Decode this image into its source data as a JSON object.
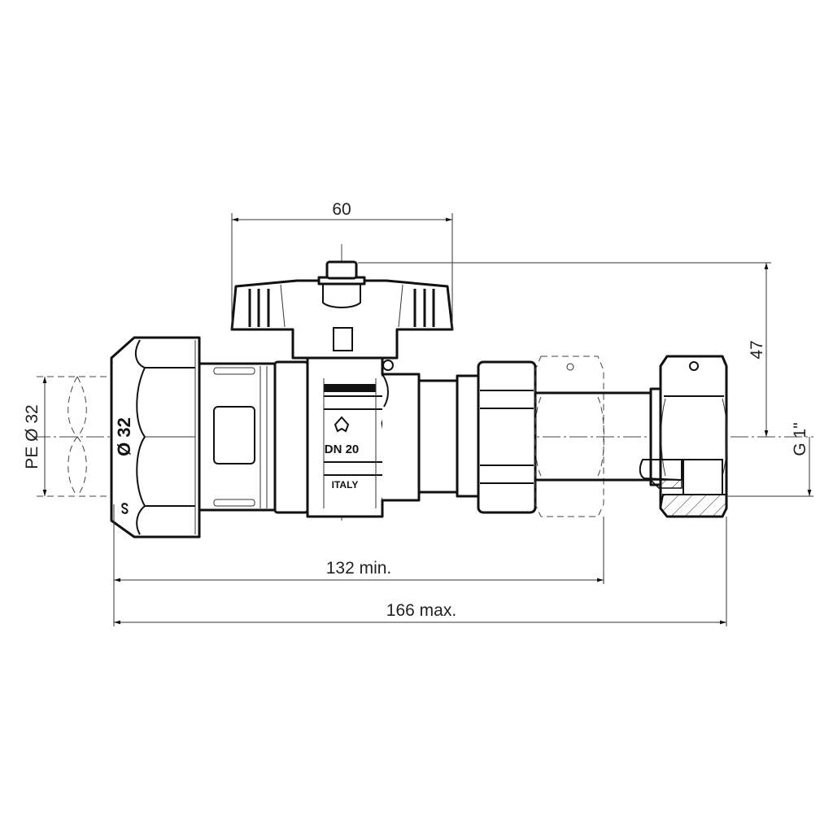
{
  "dimensions": {
    "handle_width": "60",
    "height": "47",
    "thread": "G 1\"",
    "pipe": "PE Ø 32",
    "min_length": "132 min.",
    "max_length": "166 max."
  },
  "markings": {
    "nut": "Ø 32",
    "size": "DN 20",
    "origin": "ITALY"
  },
  "colors": {
    "line": "#111111",
    "background": "#ffffff"
  }
}
